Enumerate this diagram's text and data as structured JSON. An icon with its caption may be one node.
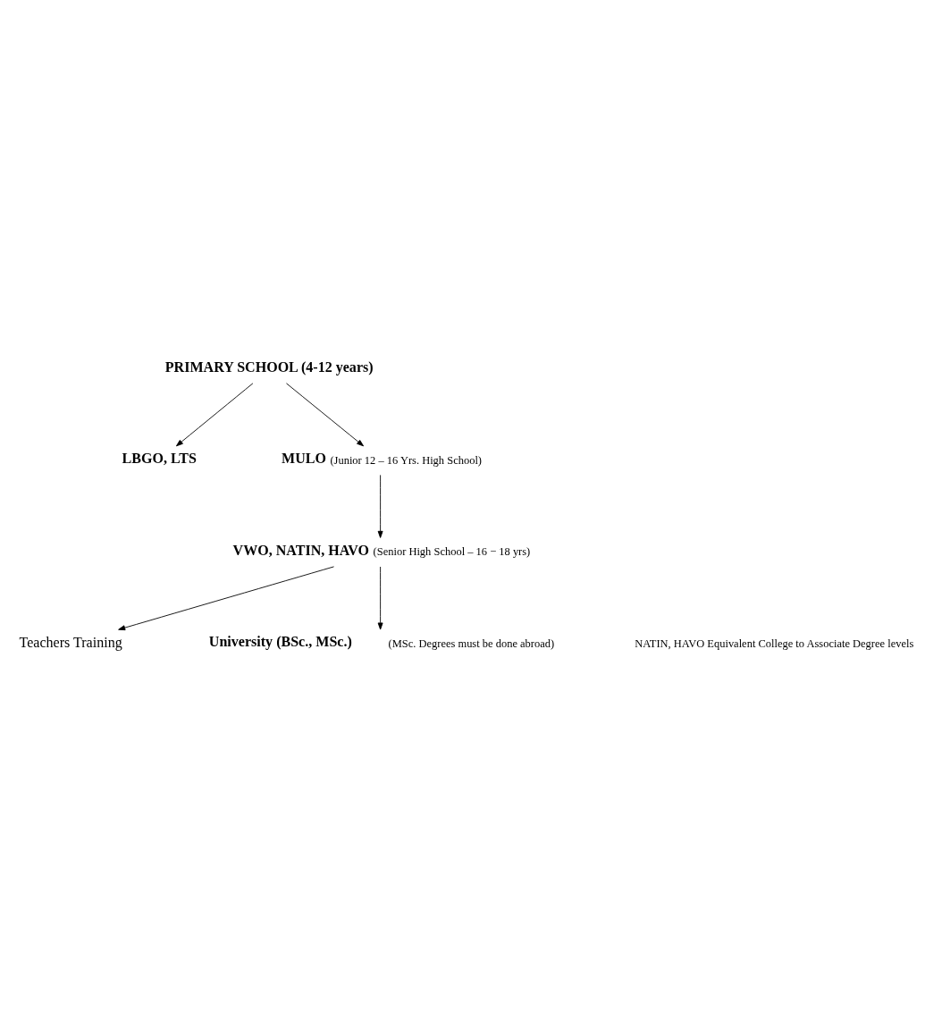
{
  "diagram": {
    "nodes": [
      {
        "text": [
          "PRIMARY SCHOOL (4-12 years)"
        ]
      },
      {
        "text": [
          "LBGO, LTS"
        ]
      },
      {
        "text": [
          "MULO",
          "(Junior 12 – 16 Yrs. High School)"
        ]
      },
      {
        "text": [
          "VWO, NATIN, HAVO",
          "(Senior High School – 16 − 18 yrs)"
        ]
      },
      {
        "text": [
          "Teachers Training"
        ]
      },
      {
        "text": [
          "University (BSc., MSc.)"
        ],
        "beside": [
          "(MSc. Degrees must be done abroad)"
        ]
      }
    ],
    "edges": [
      {
        "from": 0,
        "to": 1,
        "arrow": "to"
      },
      {
        "from": 0,
        "to": 2,
        "arrow": "to"
      },
      {
        "from": 2,
        "to": 3,
        "arrow": "to"
      },
      {
        "from": 3,
        "to": 4,
        "arrow": "to"
      },
      {
        "from": 3,
        "to": 5,
        "arrow": "to"
      }
    ],
    "labels": [
      "NATIN, HAVO Equivalent College to Associate Degree levels"
    ]
  }
}
